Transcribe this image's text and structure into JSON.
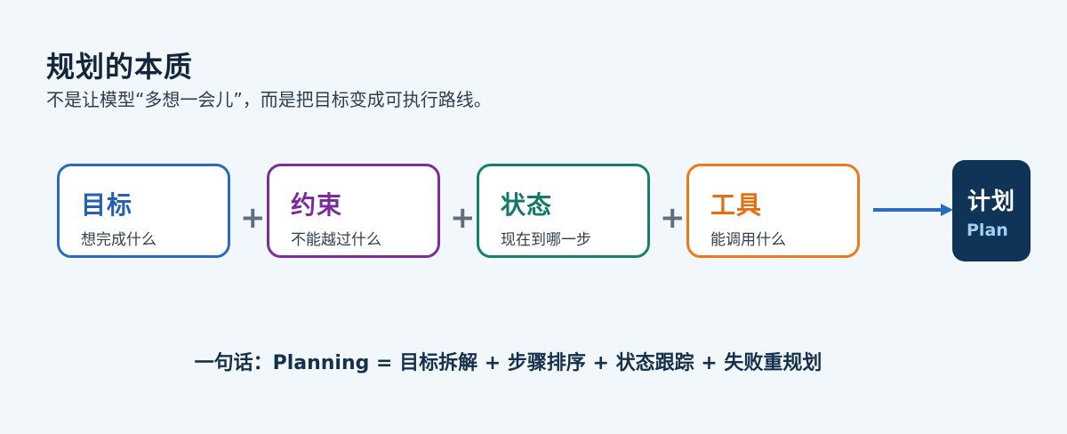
{
  "title": "规划的本质",
  "subtitle": "不是让模型“多想一会儿”，而是把目标变成可执行路线。",
  "cards": [
    {
      "name": "目标",
      "desc": "想完成什么",
      "color": "#2a6bbf"
    },
    {
      "name": "约束",
      "desc": "不能越过什么",
      "color": "#7b2d9e"
    },
    {
      "name": "状态",
      "desc": "现在到哪一步",
      "color": "#14806f"
    },
    {
      "name": "工具",
      "desc": "能调用什么",
      "color": "#ec7a1d"
    }
  ],
  "operator": "+",
  "result": {
    "zh": "计划",
    "en": "Plan",
    "bg_color": "#0f3458"
  },
  "summary": "一句话：Planning = 目标拆解 + 步骤排序 + 状态跟踪 + 失败重规划",
  "colors": {
    "arrow": "#2a6bbf",
    "background": "#f2f7fc"
  }
}
